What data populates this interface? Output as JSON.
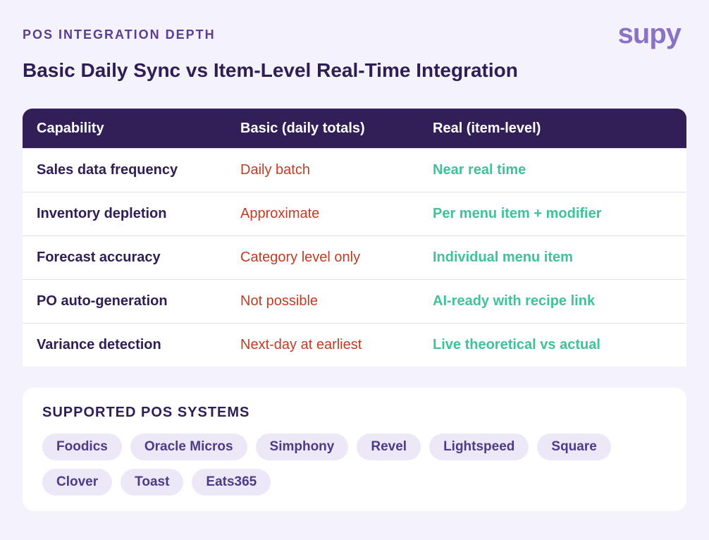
{
  "header": {
    "eyebrow": "POS INTEGRATION DEPTH",
    "title": "Basic Daily Sync vs Item-Level Real-Time Integration",
    "logo": "supy"
  },
  "table": {
    "columns": [
      "Capability",
      "Basic (daily totals)",
      "Real (item-level)"
    ],
    "rows": [
      [
        "Sales data frequency",
        "Daily batch",
        "Near real time"
      ],
      [
        "Inventory depletion",
        "Approximate",
        "Per menu item + modifier"
      ],
      [
        "Forecast accuracy",
        "Category level only",
        "Individual menu item"
      ],
      [
        "PO auto-generation",
        "Not possible",
        "AI-ready with recipe link"
      ],
      [
        "Variance detection",
        "Next-day at earliest",
        "Live theoretical vs actual"
      ]
    ]
  },
  "pos": {
    "title": "SUPPORTED POS SYSTEMS",
    "systems": [
      "Foodics",
      "Oracle Micros",
      "Simphony",
      "Revel",
      "Lightspeed",
      "Square",
      "Clover",
      "Toast",
      "Eats365"
    ]
  },
  "colors": {
    "header_bg": "#331f57",
    "negative": "#c23b22",
    "positive": "#3fc29a",
    "accent": "#5b3d93"
  }
}
